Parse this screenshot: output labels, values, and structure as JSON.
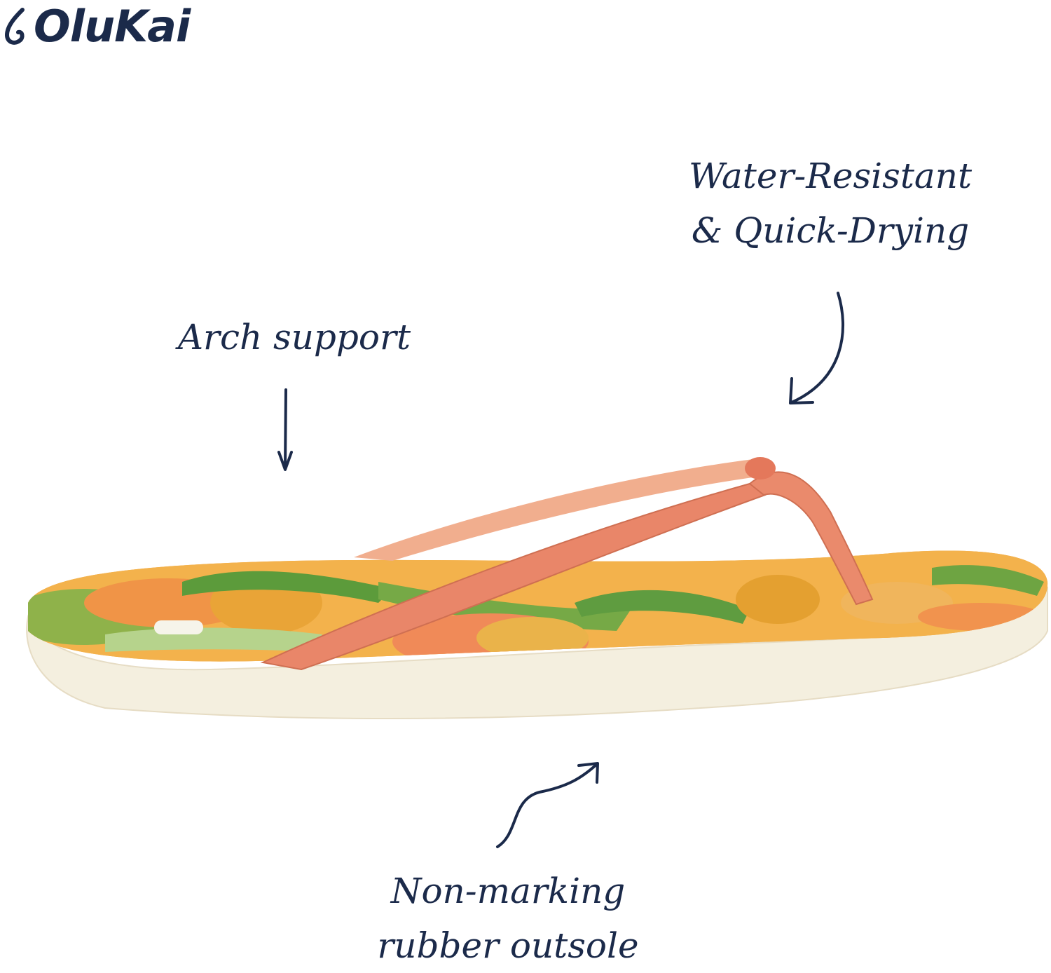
{
  "brand": {
    "logo_text": "OluKai",
    "logo_icon": "fishhook-icon",
    "color": "#1b2a4a"
  },
  "callouts": {
    "arch_support": {
      "line1": "Arch support"
    },
    "water": {
      "line1": "Water-Resistant",
      "line2": "& Quick-Drying"
    },
    "outsole": {
      "line1": "Non-marking",
      "line2": "rubber outsole"
    }
  },
  "product": {
    "image_icon": "flip-flop-sandal-image",
    "strap_color": "#e98669",
    "footbed_color": "#f5a742",
    "sole_color": "#f4efdf"
  }
}
